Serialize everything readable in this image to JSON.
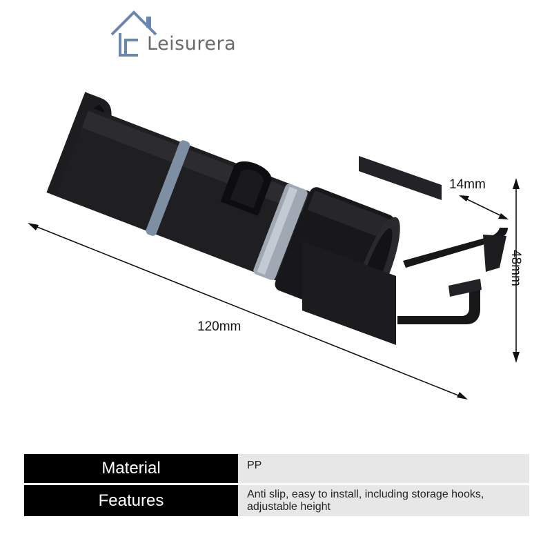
{
  "brand": {
    "name": "Leisurera",
    "icon": "house-icon"
  },
  "dimensions": {
    "length": "120mm",
    "hook_width": "14mm",
    "height": "48mm"
  },
  "specs": [
    {
      "label": "Material",
      "value": "PP"
    },
    {
      "label": "Features",
      "value": "Anti slip, easy to install, including storage hooks, adjustable height"
    }
  ],
  "colors": {
    "product_body": "#1c1c1f",
    "ring_accent": "#7f8fa3",
    "table_key_bg": "#000000",
    "table_value_bg": "#e7e7e7"
  }
}
